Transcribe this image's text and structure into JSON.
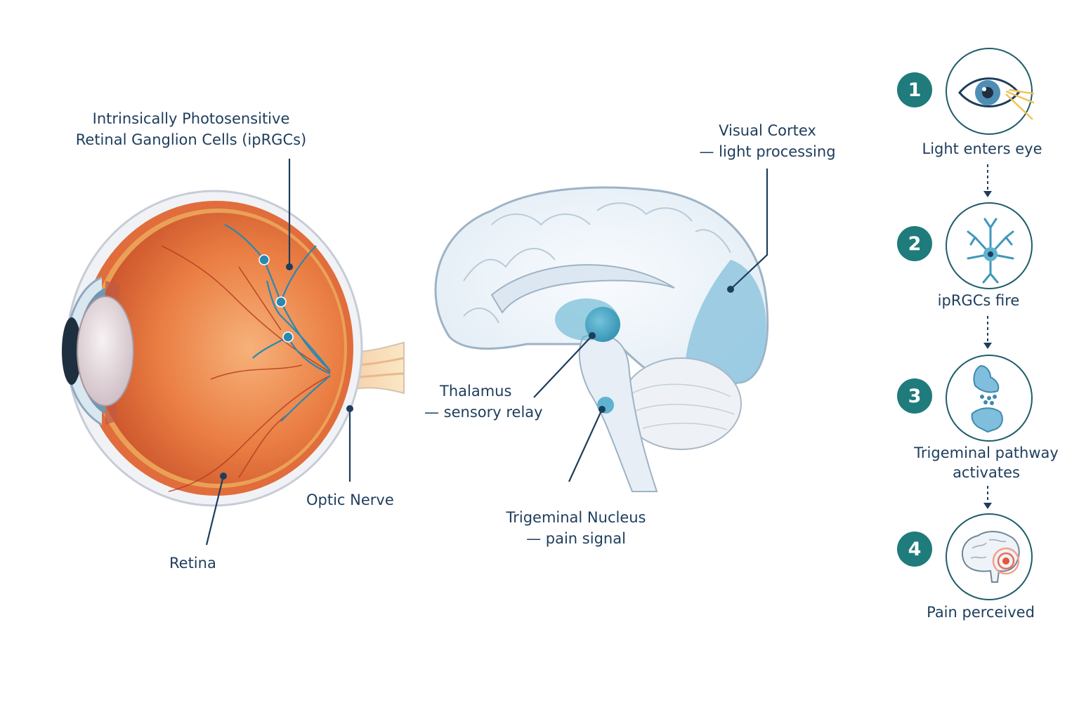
{
  "labels": {
    "iprgc_line1": "Intrinsically Photosensitive",
    "iprgc_line2": "Retinal Ganglion Cells (ipRGCs)",
    "retina": "Retina",
    "optic_nerve": "Optic Nerve",
    "thalamus_line1": "Thalamus",
    "thalamus_line2": "— sensory relay",
    "trigeminal_line1": "Trigeminal Nucleus",
    "trigeminal_line2": "— pain signal",
    "cortex_line1": "Visual Cortex",
    "cortex_line2": "— light processing"
  },
  "steps": [
    {
      "number": "1",
      "line1": "Light enters eye",
      "line2": "",
      "icon": "eye-icon"
    },
    {
      "number": "2",
      "line1": "ipRGCs fire",
      "line2": "",
      "icon": "neuron-icon"
    },
    {
      "number": "3",
      "line1": "Trigeminal pathway",
      "line2": "activates",
      "icon": "synapse-icon"
    },
    {
      "number": "4",
      "line1": "Pain perceived",
      "line2": "",
      "icon": "brain-pain-icon"
    }
  ],
  "colors": {
    "accent_teal": "#1f7b7c",
    "text_navy": "#1e3d5c",
    "eye_orange": "#e8743a",
    "brain_blue": "#8fc6df",
    "pain_red": "#e4553a"
  }
}
